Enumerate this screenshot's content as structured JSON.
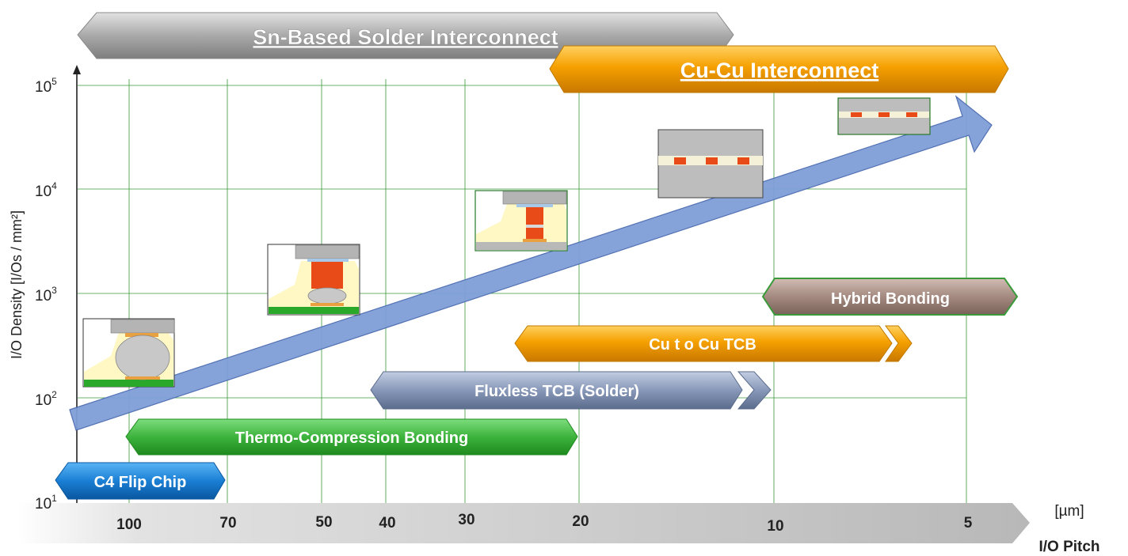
{
  "axes": {
    "y_label": "I/O Density [I/Os / mm²]",
    "y_ticks": [
      {
        "base": "10",
        "exp": "1"
      },
      {
        "base": "10",
        "exp": "2"
      },
      {
        "base": "10",
        "exp": "3"
      },
      {
        "base": "10",
        "exp": "4"
      },
      {
        "base": "10",
        "exp": "5"
      }
    ],
    "x_unit": "[µm]",
    "x_label": "I/O Pitch",
    "x_ticks": [
      "100",
      "70",
      "50",
      "40",
      "30",
      "20",
      "10",
      "5"
    ]
  },
  "banners": {
    "sn_based": "Sn-Based Solder Interconnect",
    "cu_cu": "Cu-Cu Interconnect"
  },
  "technologies": {
    "c4": "C4 Flip Chip",
    "tcb": "Thermo-Compression Bonding",
    "fluxless": "Fluxless TCB (Solder)",
    "cu_tcb": "Cu t o Cu TCB",
    "hybrid": "Hybrid Bonding"
  },
  "colors": {
    "sn_banner": "#a9a9a9",
    "cu_banner": "#f5a000",
    "c4": "#1a7fd4",
    "tcb": "#3cb33c",
    "fluxless": "#8898b8",
    "cu_tcb": "#f59a00",
    "hybrid": "#a48a80",
    "trend_arrow": "#7f9fd8",
    "grid": "#3a9a3a"
  }
}
